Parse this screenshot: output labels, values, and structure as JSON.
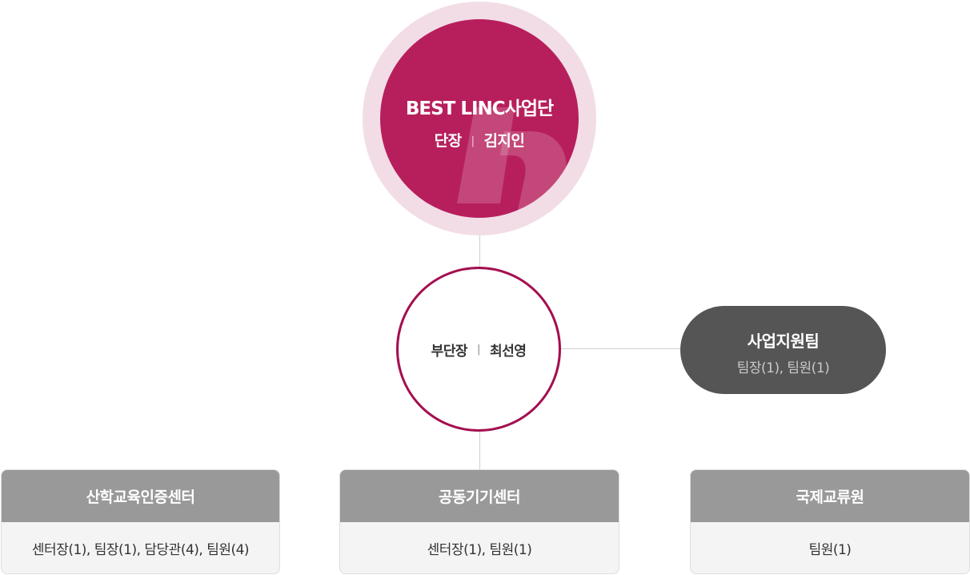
{
  "head": {
    "title": "BEST LINC사업단",
    "role": "단장",
    "name": "김지인",
    "separator": "|"
  },
  "deputy": {
    "role": "부단장",
    "name": "최선영",
    "separator": "|"
  },
  "support_team": {
    "title": "사업지원팀",
    "members": "팀장(1), 팀원(1)"
  },
  "units": [
    {
      "title": "산학교육인증센터",
      "members": "센터장(1), 팀장(1), 담당관(4), 팀원(4)"
    },
    {
      "title": "공동기기센터",
      "members": "센터장(1), 팀원(1)"
    },
    {
      "title": "국제교류원",
      "members": "팀원(1)"
    }
  ],
  "colors": {
    "head_fill": "#b71f5c",
    "head_ring": "#f2dde6",
    "deputy_border": "#a40f50",
    "team_fill": "#555555",
    "unit_header": "#999999",
    "unit_body": "#f4f4f4"
  }
}
